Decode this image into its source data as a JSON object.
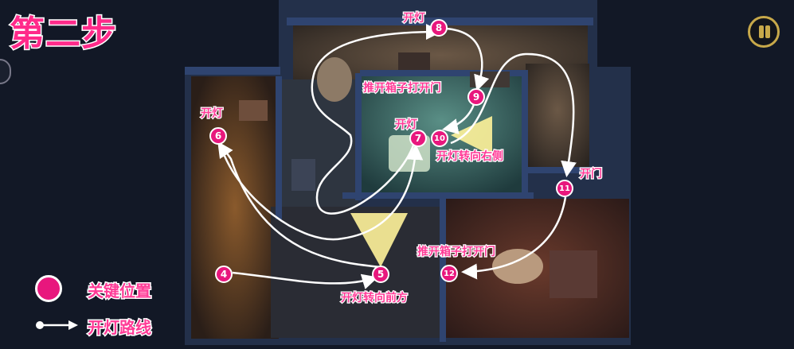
{
  "header": {
    "step_title": "第二步"
  },
  "controls": {
    "pause_icon": "pause-icon"
  },
  "markers": [
    {
      "num": "4"
    },
    {
      "num": "5"
    },
    {
      "num": "6"
    },
    {
      "num": "7"
    },
    {
      "num": "8"
    },
    {
      "num": "9"
    },
    {
      "num": "10"
    },
    {
      "num": "11"
    },
    {
      "num": "12"
    }
  ],
  "labels": {
    "l8": "开灯",
    "l9": "推开箱子打开门",
    "l6": "开灯",
    "l7": "开灯",
    "l10": "开灯转向右侧",
    "l11": "开门",
    "l12": "推开箱子打开门",
    "l5": "开灯转向前方"
  },
  "legend": {
    "key_position": "关键位置",
    "light_route": "开灯路线"
  },
  "colors": {
    "marker": "#e8177d",
    "label": "#ff3a96",
    "route": "#ffffff",
    "light_cone": "#fff39a"
  }
}
